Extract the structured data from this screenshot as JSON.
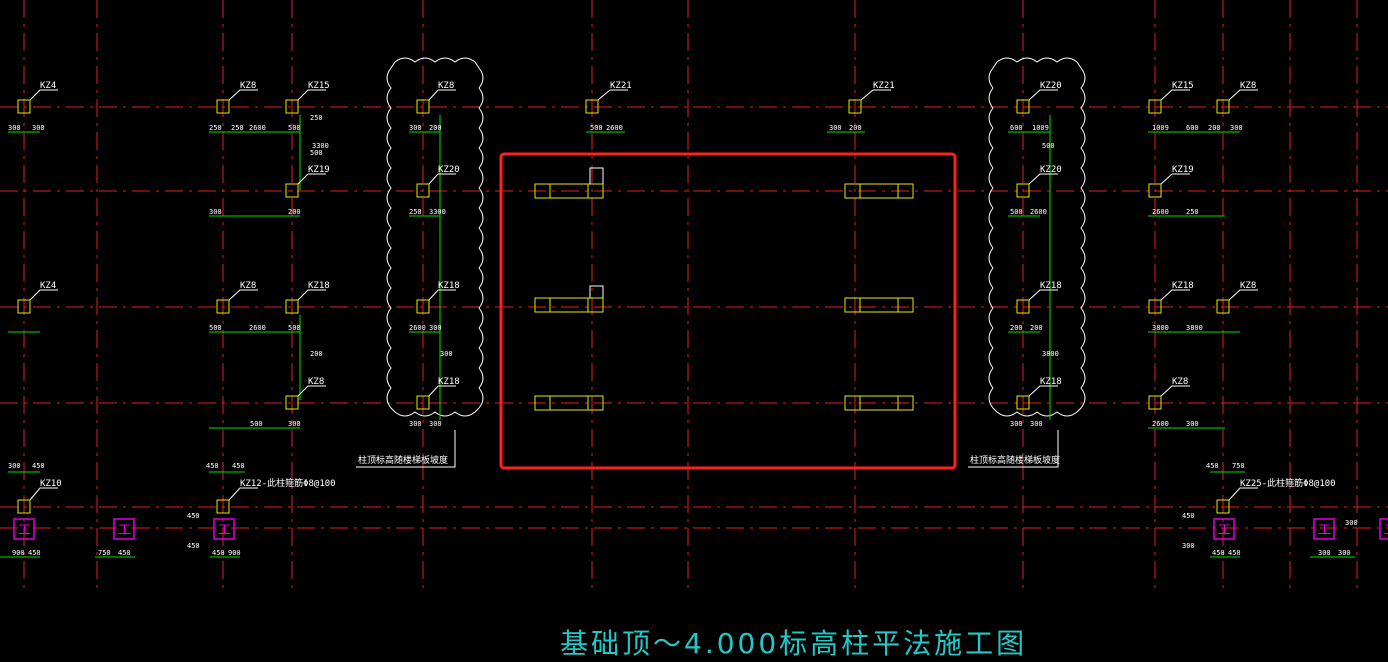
{
  "drawing": {
    "title": "基础顶～4.000标高柱平法施工图",
    "colors": {
      "background": "#000000",
      "axis": "#e02020",
      "column": "#e8e800",
      "label": "#ffffff",
      "dimension": "#00e000",
      "highlight": "#ff2020",
      "cloud": "#ffffff",
      "section_mark": "#e000e0",
      "title": "#22c8c8"
    },
    "columns": [
      {
        "label": "KZ4"
      },
      {
        "label": "KZ8"
      },
      {
        "label": "KZ15"
      },
      {
        "label": "KZ8"
      },
      {
        "label": "KZ21"
      },
      {
        "label": "KZ21"
      },
      {
        "label": "KZ20"
      },
      {
        "label": "KZ15"
      },
      {
        "label": "KZ8"
      },
      {
        "label": "KZ19"
      },
      {
        "label": "KZ20"
      },
      {
        "label": "KZ20"
      },
      {
        "label": "KZ19"
      },
      {
        "label": "KZ4"
      },
      {
        "label": "KZ8"
      },
      {
        "label": "KZ18"
      },
      {
        "label": "KZ18"
      },
      {
        "label": "KZ18"
      },
      {
        "label": "KZ18"
      },
      {
        "label": "KZ8"
      },
      {
        "label": "KZ8"
      },
      {
        "label": "KZ18"
      },
      {
        "label": "KZ18"
      },
      {
        "label": "KZ8"
      },
      {
        "label": "KZ10"
      },
      {
        "label": "KZ12-此柱箍筋Φ8@100"
      },
      {
        "label": "KZ25-此柱箍筋Φ8@100"
      }
    ],
    "dimension_labels": [
      "300",
      "300",
      "250",
      "250",
      "2600",
      "500",
      "250",
      "500",
      "3300",
      "300",
      "200",
      "500",
      "2600",
      "300",
      "200",
      "600",
      "1009",
      "1009",
      "600",
      "200",
      "300",
      "500",
      "2600",
      "250",
      "250",
      "3300",
      "500",
      "2600",
      "300",
      "200",
      "200",
      "300",
      "3800",
      "3800",
      "3800",
      "500",
      "2600",
      "500",
      "2600",
      "300",
      "200",
      "200",
      "300",
      "500",
      "2600",
      "300",
      "300",
      "300",
      "300",
      "300",
      "300",
      "450",
      "450",
      "450",
      "450",
      "750",
      "900",
      "450",
      "450",
      "450",
      "450",
      "900",
      "750",
      "450",
      "450",
      "450",
      "450",
      "300",
      "300",
      "300",
      "300"
    ],
    "notes": [
      "柱顶标高随楼梯板坡度",
      "柱顶标高随楼梯板坡度"
    ],
    "section_symbols": [
      "工",
      "工",
      "工",
      "工",
      "工",
      "工"
    ]
  }
}
